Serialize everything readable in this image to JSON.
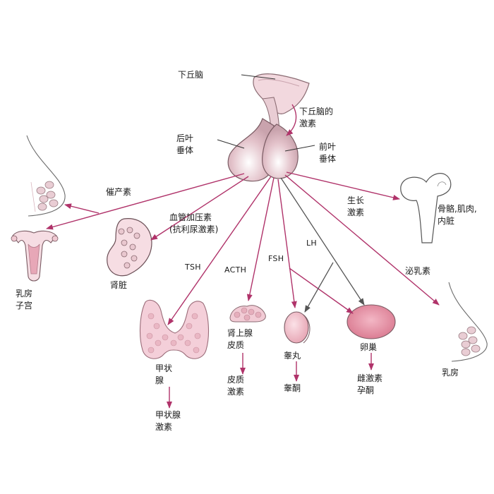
{
  "labels": {
    "hypothalamus": "下丘脑",
    "hypothalamic_hormones": [
      "下丘脑的",
      "激素"
    ],
    "posterior_pituitary": [
      "后叶",
      "垂体"
    ],
    "anterior_pituitary": [
      "前叶",
      "垂体"
    ],
    "oxytocin": "催产素",
    "vasopressin": [
      "血管加压素",
      "(抗利尿激素)"
    ],
    "growth_hormone": [
      "生长",
      "激素"
    ],
    "bone_muscle_organs": [
      "骨骼,肌肉,",
      "内脏"
    ],
    "breast_uterus": [
      "乳房",
      "子宫"
    ],
    "kidney": "肾脏",
    "tsh": "TSH",
    "acth": "ACTH",
    "fsh": "FSH",
    "lh": "LH",
    "prolactin": "泌乳素",
    "thyroid": [
      "甲状",
      "腺"
    ],
    "thyroid_hormones": [
      "甲状腺",
      "激素"
    ],
    "adrenal_cortex": [
      "肾上腺",
      "皮质"
    ],
    "corticosteroids": [
      "皮质",
      "激素"
    ],
    "testis": "睾丸",
    "testosterone": "睾酮",
    "ovary": "卵巢",
    "estrogen_progesterone": [
      "雌激素",
      "孕酮"
    ],
    "breast_right": "乳房"
  },
  "colors": {
    "arrow": "#b0336a",
    "arrow_dark": "#555555",
    "organ_fill": "#f2cfd8",
    "organ_stroke": "#8a6b72",
    "pituitary_fill": "#e8c7cf",
    "ovary_fill": "#e79aae",
    "testis_fill": "#f0bfca"
  }
}
